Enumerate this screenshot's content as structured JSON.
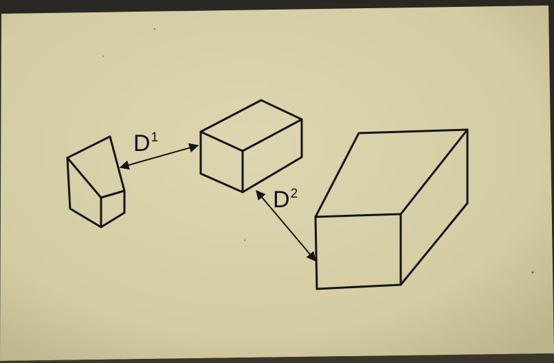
{
  "labels": {
    "d1": {
      "letter": "D",
      "index": "1"
    },
    "d2": {
      "letter": "D",
      "index": "2"
    }
  },
  "colors": {
    "card": "#d9d1a8",
    "ink": "#141414",
    "background": "#2a2822"
  }
}
